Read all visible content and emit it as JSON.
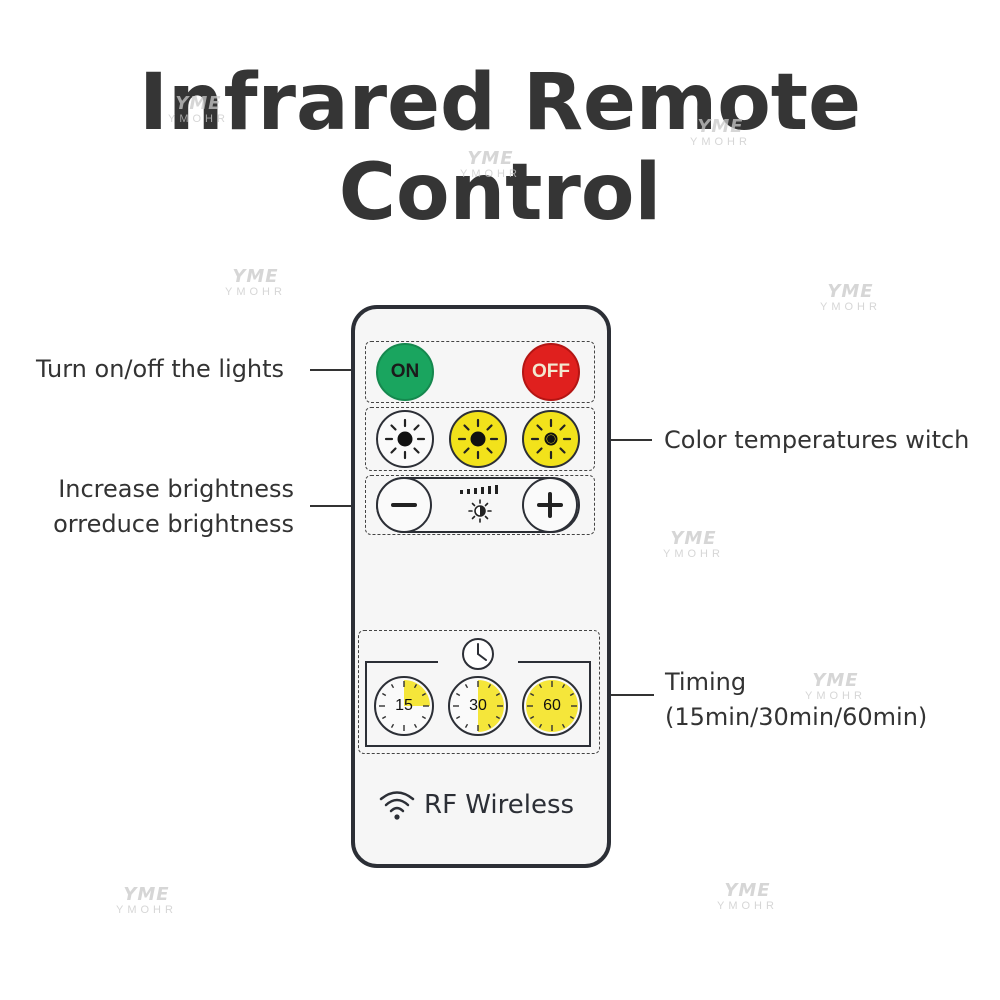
{
  "title": "Infrared Remote Control",
  "watermark": {
    "mark": "YME",
    "text": "YMOHR"
  },
  "labels": {
    "power": "Turn on/off the lights",
    "color_temp": "Color temperatures witch",
    "brightness_line1": "Increase brightness",
    "brightness_line2": "orreduce brightness",
    "timing_line1": "Timing",
    "timing_line2": "(15min/30min/60min)"
  },
  "remote": {
    "on_label": "ON",
    "off_label": "OFF",
    "timer_buttons": [
      "15",
      "30",
      "60"
    ],
    "timer_fill_fraction": [
      0.25,
      0.5,
      1.0
    ],
    "rf_label": "RF Wireless",
    "icons": [
      "sun-icon",
      "minus-icon",
      "brightness-icon",
      "plus-icon",
      "clock-icon",
      "wifi-icon"
    ]
  },
  "colors": {
    "on_green": "#1aa55f",
    "off_red": "#e0201e",
    "warm_yellow": "#f2e21b",
    "timer_yellow": "#f5e63a",
    "body_dark": "#2c2f36"
  }
}
